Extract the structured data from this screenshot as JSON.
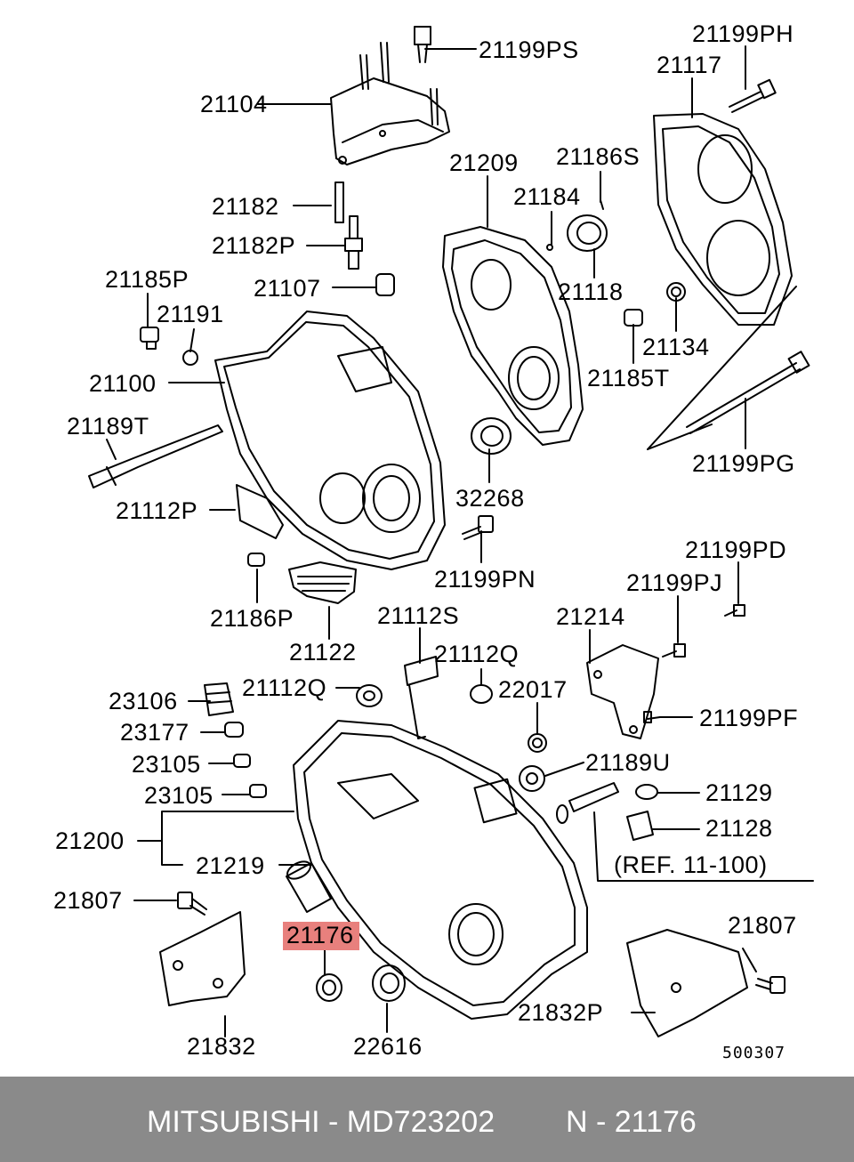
{
  "labels": {
    "l21199PS": "21199PS",
    "l21199PH": "21199PH",
    "l21117": "21117",
    "l21104": "21104",
    "l21209": "21209",
    "l21186S": "21186S",
    "l21184": "21184",
    "l21182": "21182",
    "l21182P": "21182P",
    "l21107": "21107",
    "l21118": "21118",
    "l21185P": "21185P",
    "l21191": "21191",
    "l21134": "21134",
    "l21185T": "21185T",
    "l21100": "21100",
    "l21189T": "21189T",
    "l21199PG": "21199PG",
    "l21112P": "21112P",
    "l32268": "32268",
    "l21199PN": "21199PN",
    "l21199PD": "21199PD",
    "l21186P": "21186P",
    "l21122": "21122",
    "l21199PJ": "21199PJ",
    "l21112S": "21112S",
    "l21214": "21214",
    "l21112Q_a": "21112Q",
    "l23106": "23106",
    "l21112Q_b": "21112Q",
    "l22017": "22017",
    "l23177": "23177",
    "l21199PF": "21199PF",
    "l23105_a": "23105",
    "l21189U": "21189U",
    "l23105_b": "23105",
    "l21129": "21129",
    "l21200": "21200",
    "l21128": "21128",
    "l21219": "21219",
    "lref": "(REF. 11-100)",
    "l21807_a": "21807",
    "l21176": "21176",
    "l21807_b": "21807",
    "l21832P": "21832P",
    "l21832": "21832",
    "l22616": "22616"
  },
  "diagram_code": "500307",
  "footer": {
    "brand_part": "MITSUBISHI - MD723202",
    "ref": "N - 21176"
  },
  "colors": {
    "highlight": "#e8807d",
    "footer_bg": "#8a8a8a",
    "footer_text": "#ffffff"
  }
}
